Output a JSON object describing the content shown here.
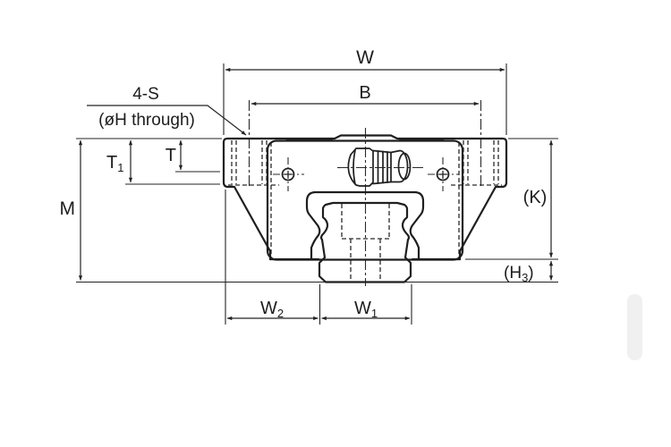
{
  "diagram": {
    "type": "engineering-cross-section",
    "subject": "linear-guide-block-on-rail",
    "colors": {
      "line": "#1f1f1f",
      "background": "#ffffff",
      "artifact": "#ececec"
    },
    "labels": {
      "w": "W",
      "b": "B",
      "callout_line1": "4-S",
      "callout_line2": "(øH through)",
      "m": "M",
      "t": "T",
      "t1_main": "T",
      "t1_sub": "1",
      "k": "(K)",
      "h3_pre": "(H",
      "h3_sub": "3",
      "h3_post": ")",
      "w2_main": "W",
      "w2_sub": "2",
      "w1_main": "W",
      "w1_sub": "1"
    }
  }
}
